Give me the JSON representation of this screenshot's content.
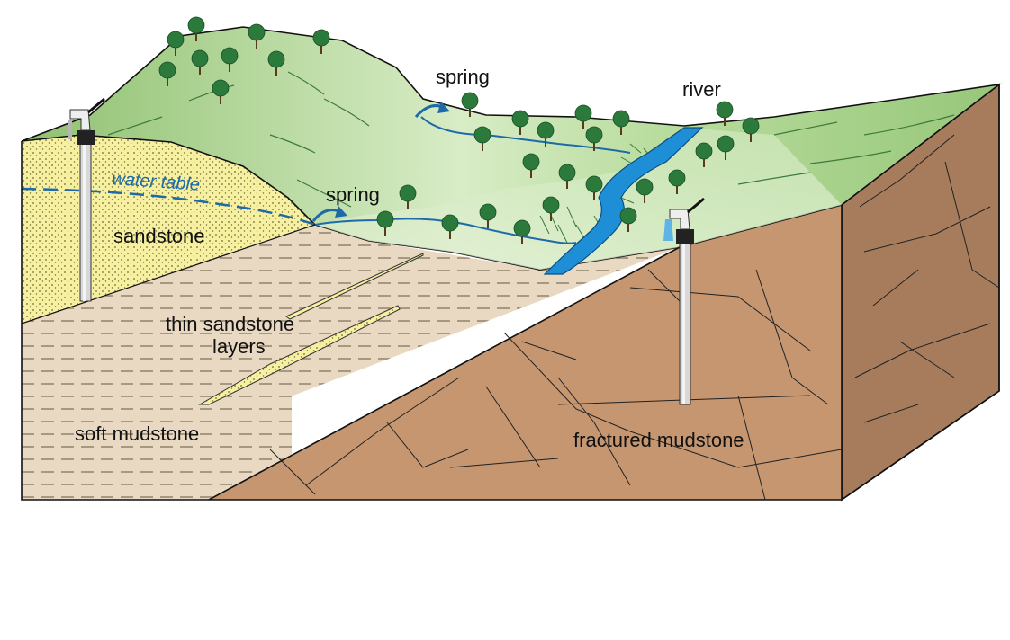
{
  "labels": {
    "spring_top": "spring",
    "spring_left": "spring",
    "river": "river",
    "water_table": "water table",
    "sandstone": "sandstone",
    "thin_sandstone_1": "thin sandstone",
    "thin_sandstone_2": "layers",
    "soft_mudstone": "soft mudstone",
    "fractured_mudstone": "fractured mudstone"
  },
  "colors": {
    "sandstone": "#f6f0a0",
    "mudstone_soft": "#ead9c2",
    "mudstone_fractured_front": "#c59670",
    "mudstone_fractured_side": "#a67c5c",
    "grass": "#a9d38e",
    "river": "#1e8fd6",
    "water_table": "#1e6aa8",
    "tree": "#2b7a3c"
  }
}
